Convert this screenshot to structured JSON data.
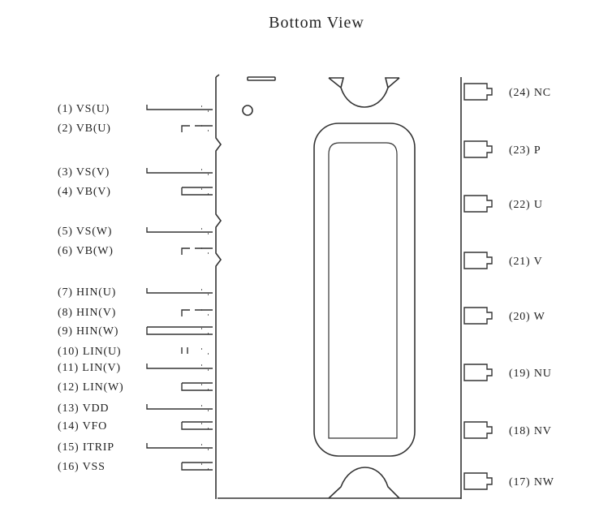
{
  "title": "Bottom View",
  "left_pins": [
    "(1) VS(U)",
    "(2) VB(U)",
    "(3) VS(V)",
    "(4) VB(V)",
    "(5) VS(W)",
    "(6) VB(W)",
    "(7) HIN(U)",
    "(8) HIN(V)",
    "(9) HIN(W)",
    "(10) LIN(U)",
    "(11) LIN(V)",
    "(12) LIN(W)",
    "(13) VDD",
    "(14) VFO",
    "(15) ITRIP",
    "(16) VSS"
  ],
  "right_pins": [
    "(24) NC",
    "(23) P",
    "(22) U",
    "(21) V",
    "(20) W",
    "(19) NU",
    "(18) NV",
    "(17) NW"
  ],
  "colors": {
    "line": "#333333",
    "text": "#222222"
  }
}
